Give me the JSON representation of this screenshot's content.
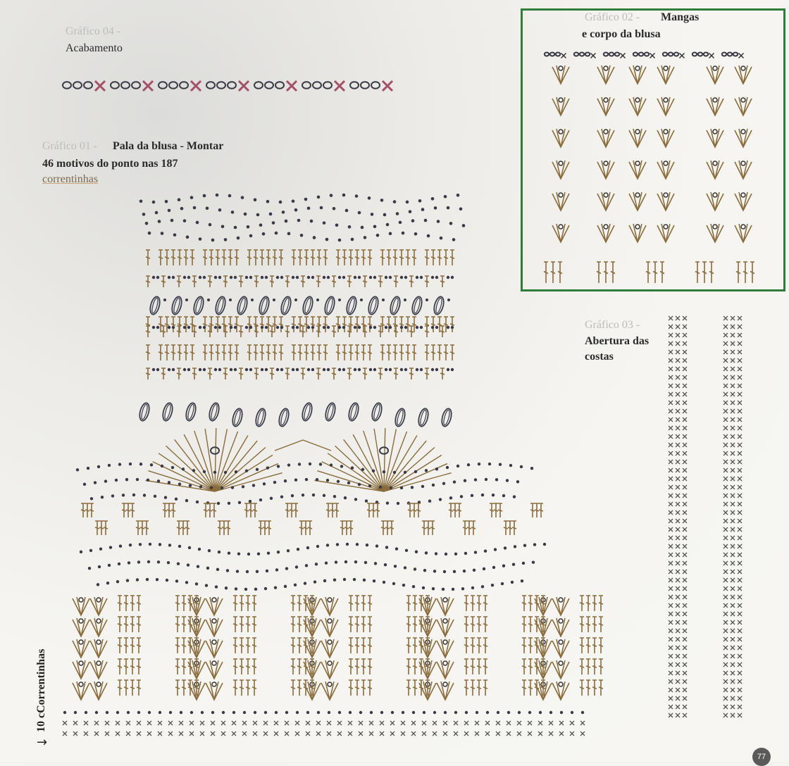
{
  "chart04": {
    "faded_title": "Gráfico 04 -",
    "title": "Acabamento",
    "row_text": "ooo×ooo×ooo×ooo×ooo×ooo×ooo×"
  },
  "chart01": {
    "faded_title": "Gráfico 01 -",
    "title": "Pala da blusa - Montar",
    "line2": "46 motivos do ponto nas 187",
    "line3": "correntinhas"
  },
  "chart02": {
    "faded_title": "Gráfico 02 -",
    "title": "Mangas",
    "line2": "e corpo da blusa",
    "row_text": "ooo×ooo×ooo×ooo×ooo×ooo×ooo×"
  },
  "chart03": {
    "faded_title": "Gráfico 03 -",
    "title": "Abertura das",
    "line2": "costas"
  },
  "side_label": "10 cCorrentinhas",
  "page_number": "77",
  "colors": {
    "chain": "#3a3a46",
    "double": "#8a6c3c",
    "cross_pink": "#a4506a",
    "cross_gray": "#555",
    "frame": "#2e7d3a"
  }
}
